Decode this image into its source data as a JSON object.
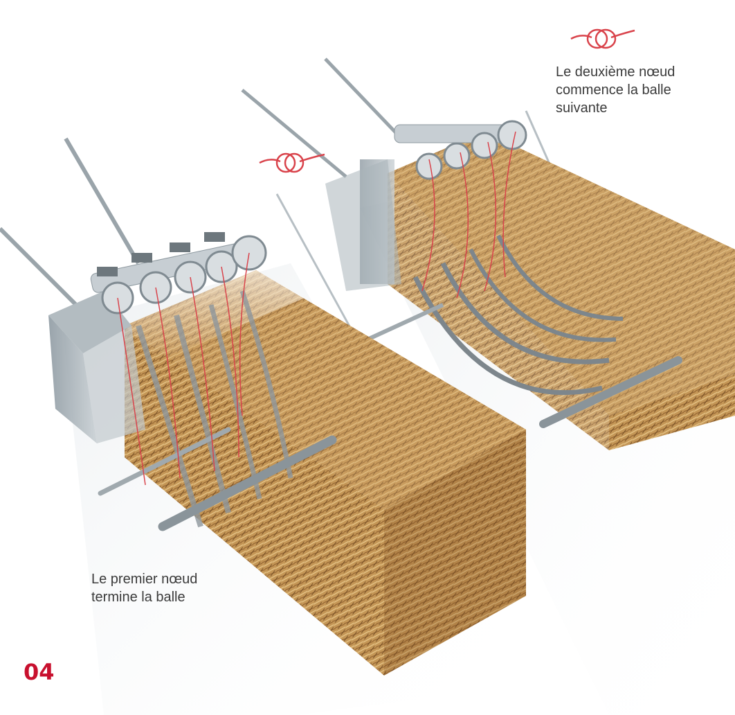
{
  "labels": {
    "second_knot": [
      "Le deuxième nœud",
      "commence la balle",
      "suivante"
    ],
    "first_knot": [
      "Le premier nœud",
      "termine la balle"
    ]
  },
  "page_number": "04",
  "colors": {
    "accent": "#c8102e",
    "twine": "#d9434b",
    "text": "#3a3a3a",
    "straw": "#c9a063",
    "metal": "#a8b2b8"
  },
  "icons": [
    "knot-icon-second",
    "knot-icon-first"
  ]
}
